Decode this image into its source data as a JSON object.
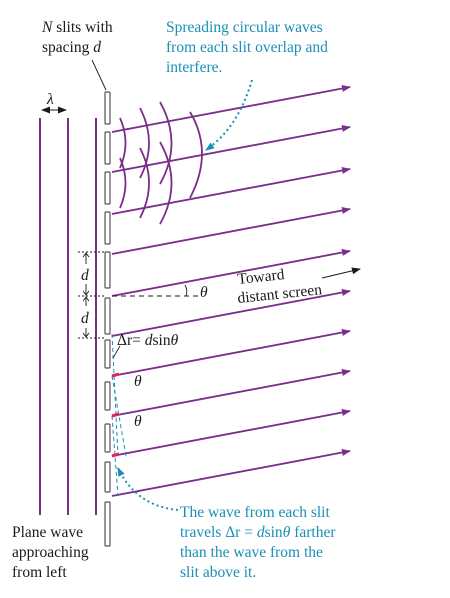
{
  "labels": {
    "slits_n": "N",
    "slits_line1_rest": " slits with",
    "slits_line2_text": "spacing ",
    "slits_d": "d",
    "lambda": "λ",
    "spread_line1": "Spreading circular waves",
    "spread_line2": "from each slit overlap and",
    "spread_line3": "interfere.",
    "d_upper": "d",
    "d_lower": "d",
    "theta_ref": "θ",
    "toward_line1": "Toward",
    "toward_line2": "distant screen",
    "path_delta": "Δr",
    "path_eq": "= ",
    "path_d": "d",
    "path_sin": "sin",
    "path_theta": "θ",
    "theta_1": "θ",
    "theta_2": "θ",
    "explain_line1": "The wave from each slit",
    "explain_line2_a": "travels ",
    "explain_line2_dr": "Δr",
    "explain_line2_eq": " = ",
    "explain_line2_d": "d",
    "explain_line2_sin": "sin",
    "explain_line2_theta": "θ",
    "explain_line2_end": " farther",
    "explain_line3": "than the wave from the",
    "explain_line4": "slit above it.",
    "plane_line1": "Plane wave",
    "plane_line2": "approaching",
    "plane_line3": "from left"
  },
  "colors": {
    "ray": "#7b2d8b",
    "annotation": "#1a8fb5",
    "marker": "#e0245e",
    "ink": "#1a1a1a",
    "slit": "#555555"
  }
}
